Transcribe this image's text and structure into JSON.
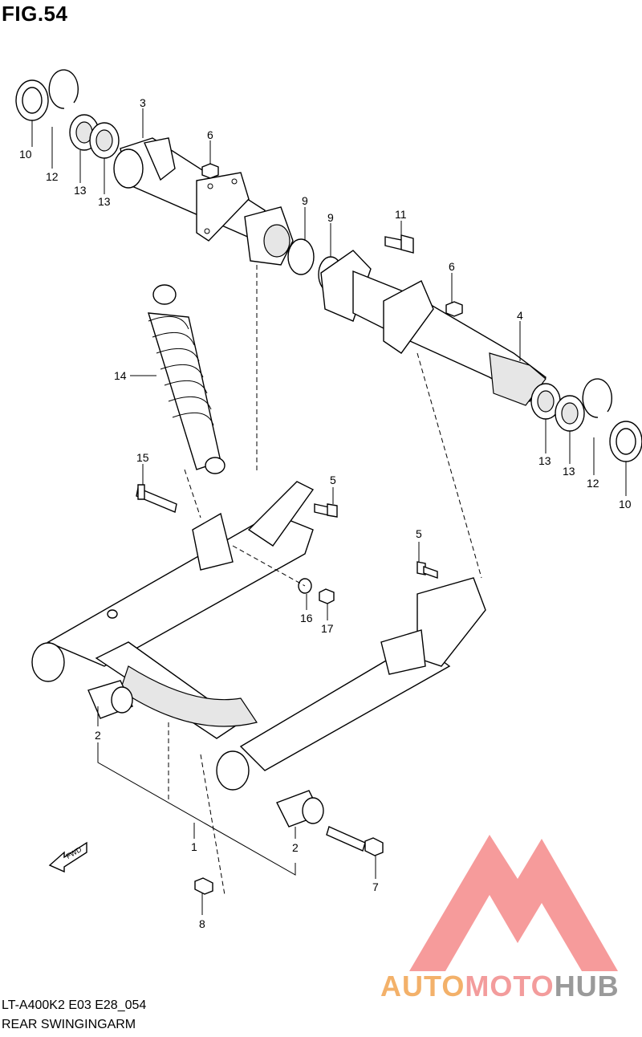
{
  "figure_title": "FIG.54",
  "footer": {
    "code": "LT-A400K2 E03 E28_054",
    "name": "REAR SWINGINGARM"
  },
  "fwd_label": "FWD",
  "callouts": [
    "10",
    "12",
    "13",
    "13",
    "3",
    "6",
    "9",
    "11",
    "9",
    "6",
    "4",
    "13",
    "13",
    "12",
    "10",
    "14",
    "15",
    "5",
    "5",
    "16",
    "17",
    "2",
    "1",
    "2",
    "7",
    "8"
  ],
  "watermark": {
    "part1": "AUTO",
    "part2": "MOTO",
    "part3": "HUB",
    "colors": {
      "auto": "#f3b16a",
      "moto": "#f39c9c",
      "hub": "#9a9a9a",
      "logo": "#f48a8a"
    }
  }
}
